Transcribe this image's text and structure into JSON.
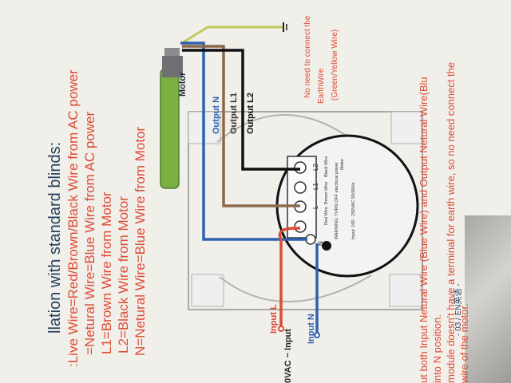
{
  "heading": "llation with standard blinds:",
  "wire_defs": [
    ":Live Wire=Red/Brown/Black Wire from AC power",
    "=Netural Wire=Blue Wire from AC power",
    "L1=Brown Wire from Motor",
    "L2=Black Wire from Motor",
    "N=Netural Wire=Blue Wire from Motor"
  ],
  "diagram": {
    "motor": "Motor",
    "output_n": "Output N",
    "output_l1": "Output L1",
    "output_l2": "Output L2",
    "input_l": "Input L",
    "input_n": "Input N",
    "vac_input": "0VAC ~ Input",
    "earth_note": [
      "No need to connect the",
      "EarthWire",
      "(Green/Yellow Wire)"
    ],
    "terminal_labels": [
      "L2",
      "L1",
      "L",
      "N"
    ],
    "switch_text": [
      "WARNING: TURN OFF electrical power",
      "Input: 100 - 250VAC 50/60Hz",
      "Red Wire",
      "Brown Wire",
      "Black Wire",
      "Motor"
    ]
  },
  "footer": "- 03 / EN英语 -",
  "bottom_note": [
    "ut both Input Netural Wire (Blue Wire) and Output Netural Wire(Blu",
    "into N position.",
    "module doesn't have a terminal for earth wire, so no need connect the",
    "wire of the motor."
  ],
  "colors": {
    "red": "#de4b34",
    "blue": "#2f61ad",
    "brown": "#8a6a4b",
    "black": "#111111",
    "green": "#6f9f3b"
  }
}
